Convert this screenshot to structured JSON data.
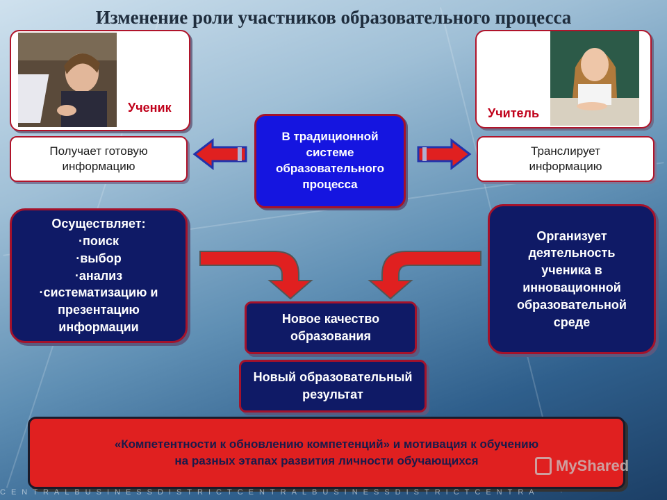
{
  "title": "Изменение роли участников образовательного процесса",
  "student": {
    "label": "Ученик",
    "action": "Получает готовую информацию"
  },
  "teacher": {
    "label": "Учитель",
    "action": "Транслирует информацию"
  },
  "traditional": "В традиционной системе образовательного процесса",
  "student_new": {
    "heading": "Осуществляет:",
    "items": [
      "поиск",
      "выбор",
      "анализ",
      "систематизацию и",
      "презентацию",
      "информации"
    ]
  },
  "teacher_new": "Организует деятельность ученика в инновационной образовательной среде",
  "quality": "Новое качество образования",
  "result": "Новый образовательный результат",
  "bottom": {
    "line1": "«Компетентности к обновлению компетенций» и мотивация к обучению",
    "line2": "на разных этапах развития личности обучающихся"
  },
  "watermark": "CENTRALBUSINESSDISTRICTCENTRALBUSINESSDISTRICTCENTRA",
  "logo_text": "MyShared",
  "colors": {
    "navy": "#0f1a66",
    "blue": "#1515e0",
    "red": "#e02020",
    "border": "#a4122b"
  }
}
